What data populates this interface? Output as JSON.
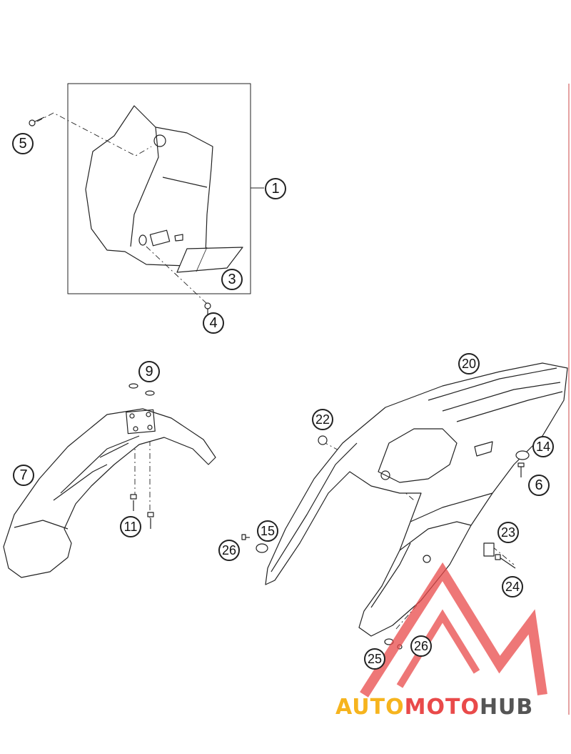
{
  "callouts": {
    "c1": "1",
    "c3": "3",
    "c4": "4",
    "c5": "5",
    "c6": "6",
    "c7": "7",
    "c9": "9",
    "c11": "11",
    "c14": "14",
    "c15": "15",
    "c20": "20",
    "c22": "22",
    "c23": "23",
    "c24": "24",
    "c25": "25",
    "c26a": "26",
    "c26b": "26"
  },
  "watermark": {
    "part1": "AUTO",
    "part2": "MOTO",
    "part3": "HUB"
  },
  "colors": {
    "logo_yellow": "#f6b41e",
    "logo_red": "#e94a4a",
    "logo_gray": "#555555",
    "line": "#222222"
  }
}
